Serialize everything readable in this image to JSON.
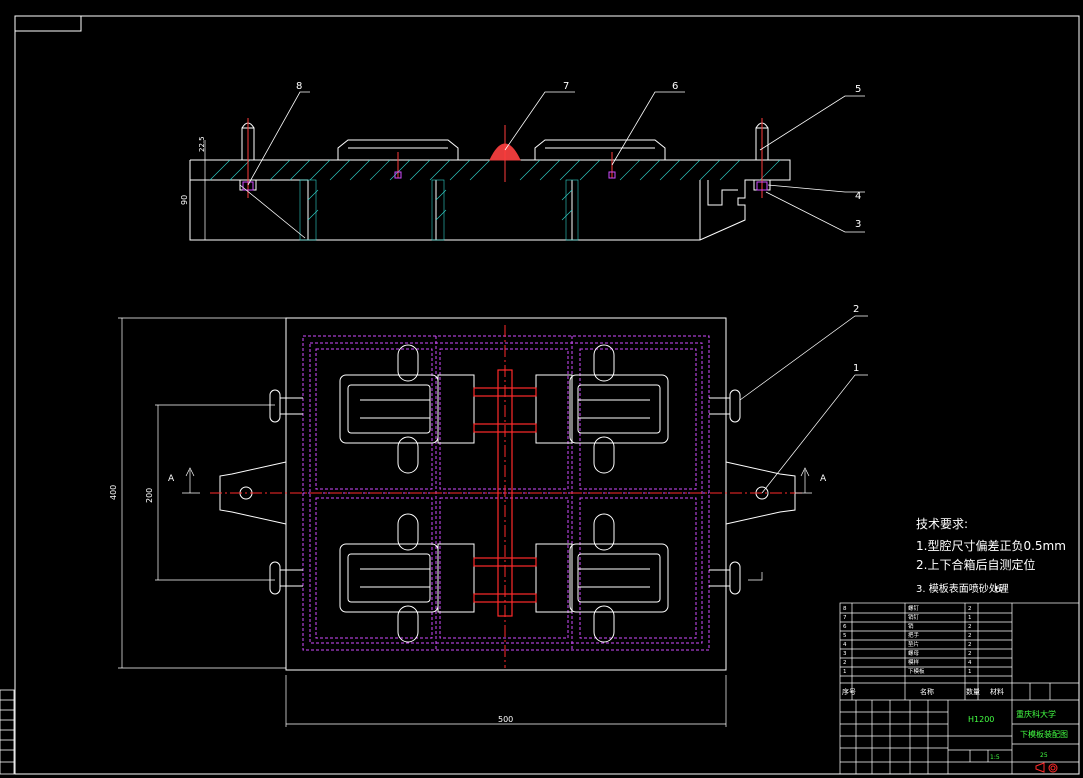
{
  "drawing": {
    "colors": {
      "outline": "#ffffff",
      "section_hatch": "#2fd1c8",
      "centerline": "#ff2a2a",
      "hidden": "#d14cff",
      "bolt": "#ff3b3b",
      "title_green": "#43ff43",
      "background": "#000000"
    },
    "front_view": {
      "dimensions": {
        "left_height": "90",
        "top_offset": "22.5"
      },
      "balloons": [
        "8",
        "7",
        "6",
        "5",
        "4",
        "3"
      ]
    },
    "plan_view": {
      "dimensions": {
        "height": "400",
        "width": "500",
        "inner_height": "200"
      },
      "section_marks": [
        "A",
        "A"
      ],
      "balloons": [
        "2",
        "1"
      ]
    },
    "requirements": {
      "heading": "技术要求:",
      "items": [
        "1.型腔尺寸偏差正负0.5mm",
        "2.上下合箱后自测定位",
        "3. 模板表面喷砂处理"
      ],
      "roughness_mark": "6/"
    },
    "title_block": {
      "model": "H1200",
      "school": "重庆科大学",
      "drawing_name": "下模板装配图",
      "scale": "1:5",
      "sheet_no": "25"
    },
    "parts_list": [
      {
        "no": "8",
        "name": "螺钉",
        "qty": "2"
      },
      {
        "no": "7",
        "name": "销钉",
        "qty": "1"
      },
      {
        "no": "6",
        "name": "销",
        "qty": "2"
      },
      {
        "no": "5",
        "name": "把手",
        "qty": "2"
      },
      {
        "no": "4",
        "name": "垫片",
        "qty": "2"
      },
      {
        "no": "3",
        "name": "螺母",
        "qty": "2"
      },
      {
        "no": "2",
        "name": "模样",
        "qty": "4"
      },
      {
        "no": "1",
        "name": "下模板",
        "qty": "1"
      }
    ],
    "parts_header": {
      "no": "序号",
      "name": "名称",
      "qty": "数量",
      "material": "材料"
    }
  }
}
